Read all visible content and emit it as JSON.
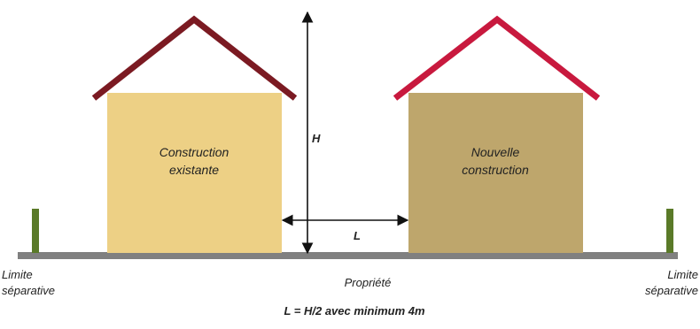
{
  "buildings": {
    "existing": {
      "label": "Construction\nexistante",
      "wall_color": "#edd085",
      "roof_color": "#7b1a22"
    },
    "new": {
      "label": "Nouvelle\nconstruction",
      "wall_color": "#bea66c",
      "roof_color": "#c8193e"
    }
  },
  "ground": {
    "label": "Propriété",
    "color": "#808080"
  },
  "limits": {
    "left_label": "Limite\nséparative",
    "right_label": "Limite\nséparative",
    "post_color": "#5a7a28"
  },
  "dimensions": {
    "height_label": "H",
    "distance_label": "L"
  },
  "rule": "L = H/2 avec minimum 4m"
}
